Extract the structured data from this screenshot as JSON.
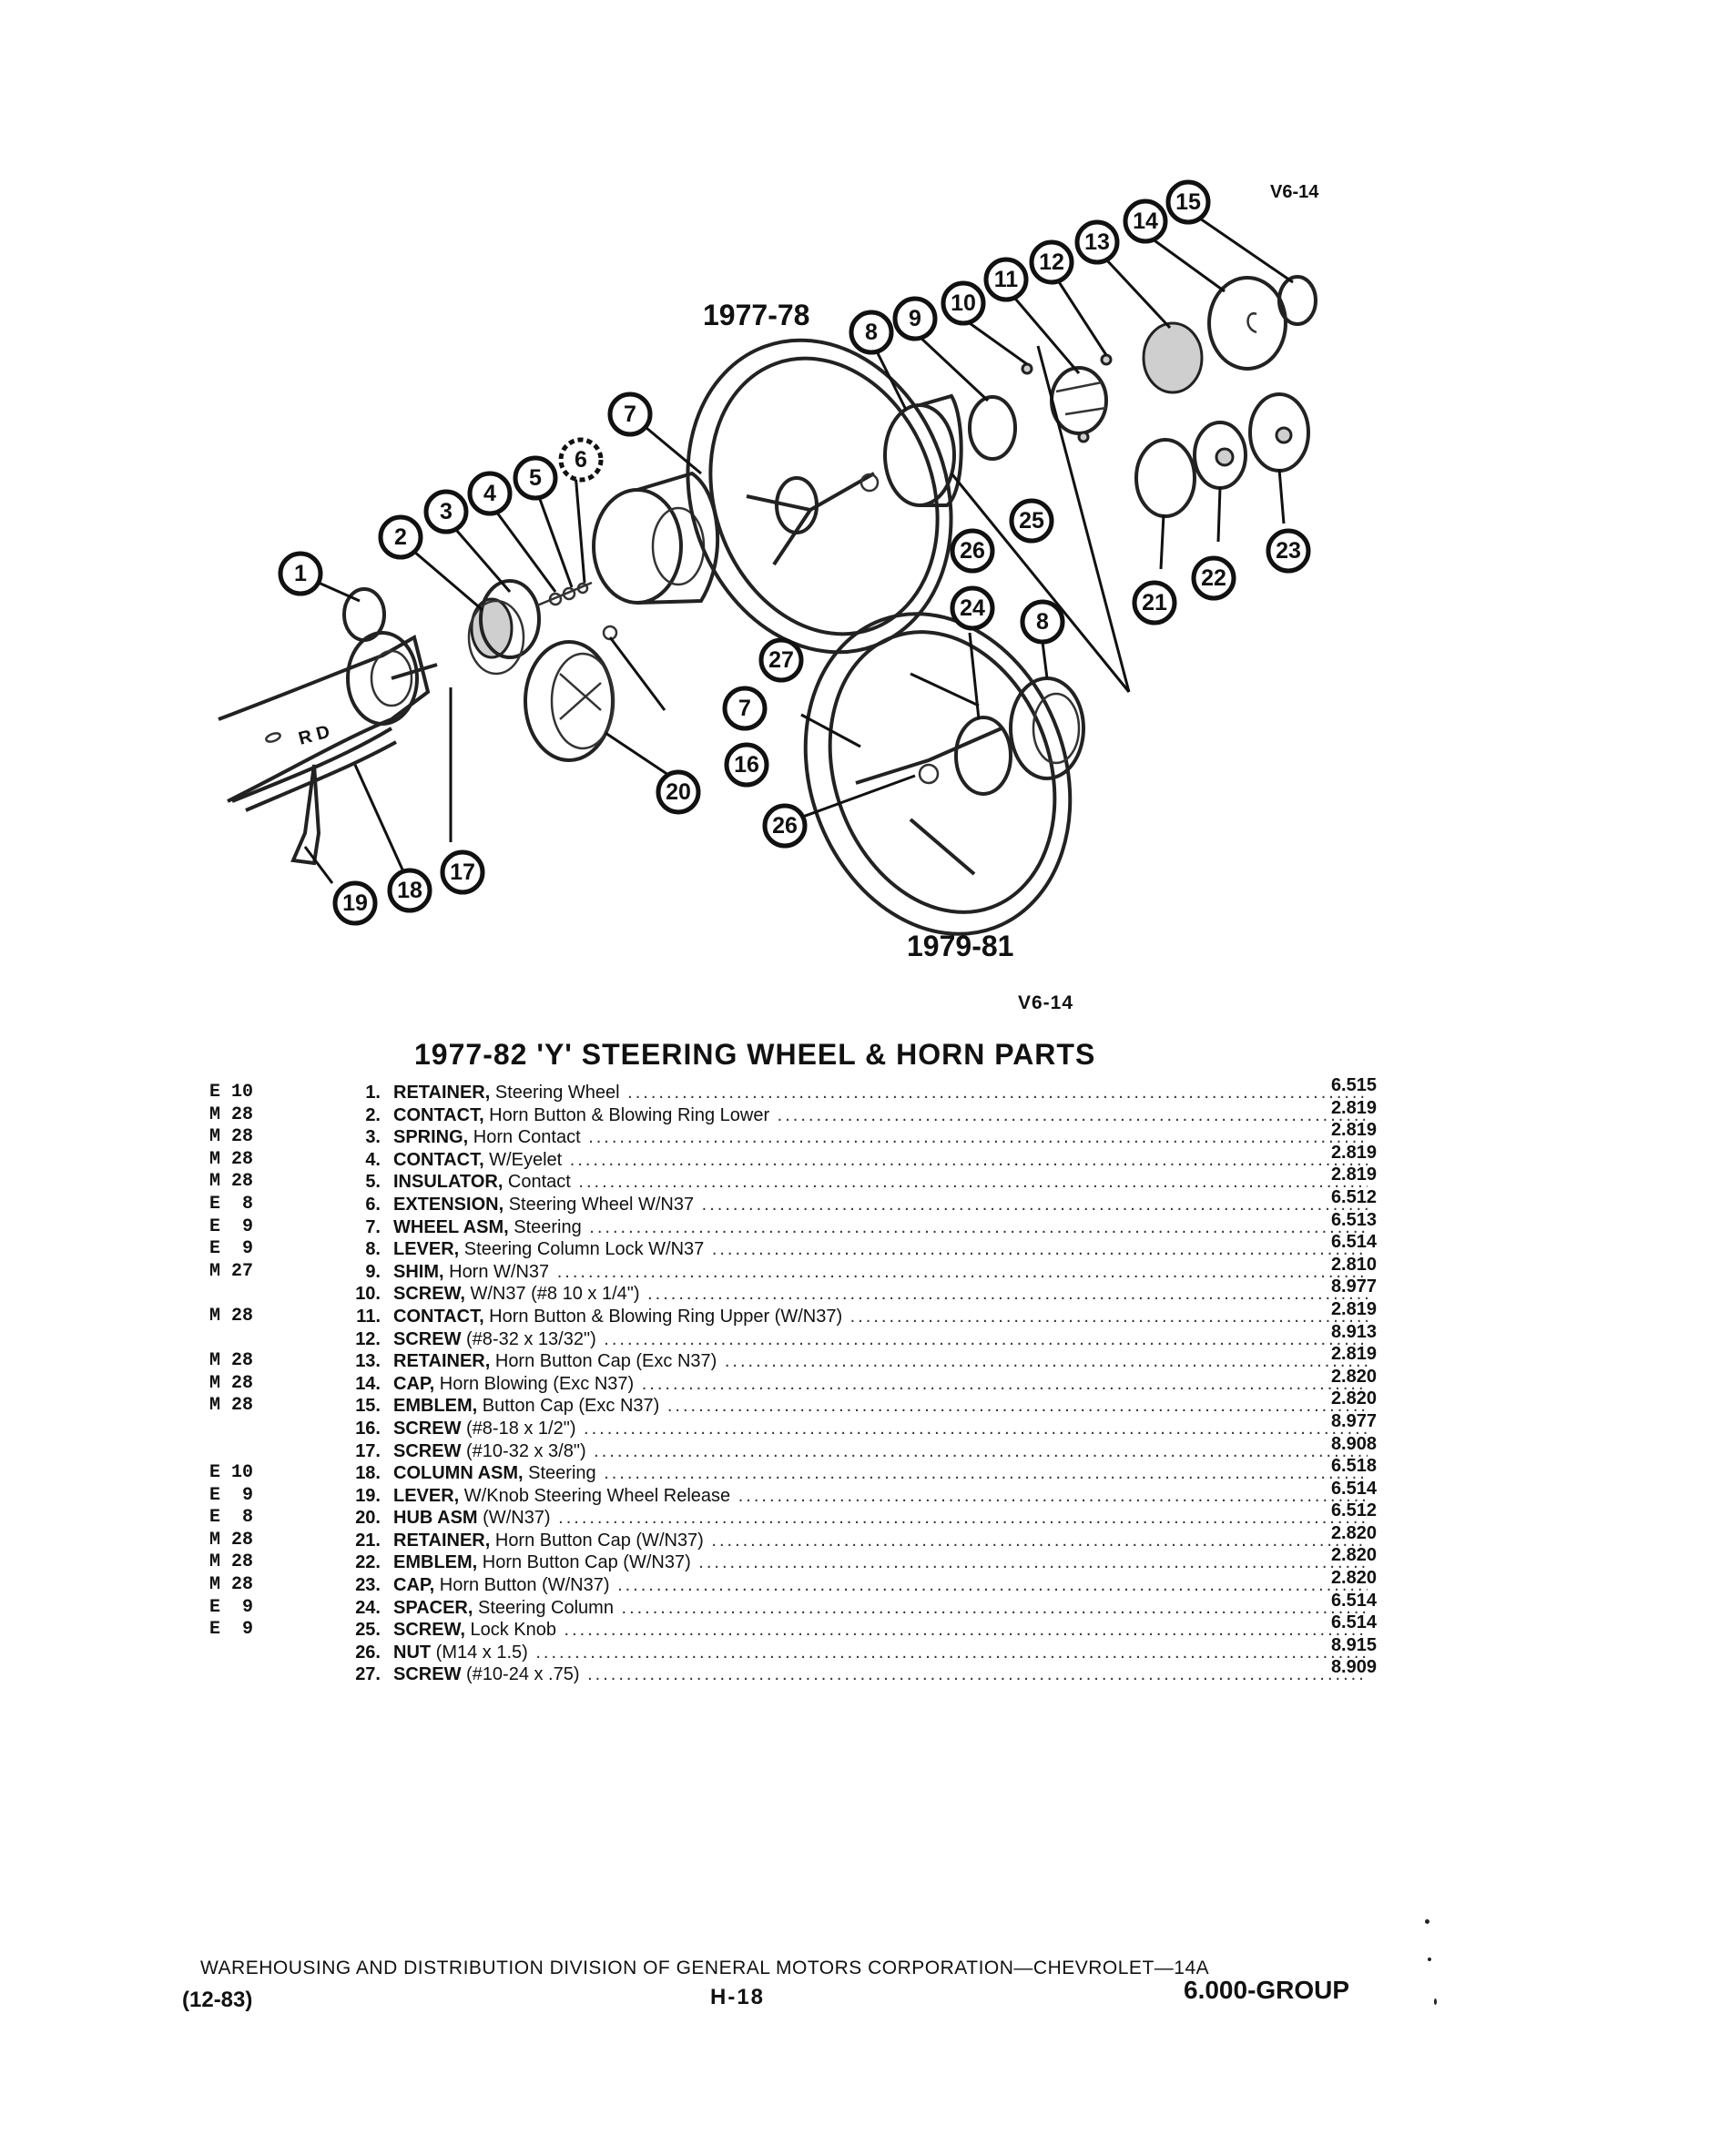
{
  "diagram": {
    "code_top": "V6-14",
    "year_top": "1977-78",
    "year_bottom": "1979-81",
    "code_bottom": "V6-14",
    "stamp_text": "R D",
    "callouts": [
      "1",
      "2",
      "3",
      "4",
      "5",
      "6",
      "7",
      "8",
      "9",
      "10",
      "11",
      "12",
      "13",
      "14",
      "15",
      "16",
      "17",
      "18",
      "19",
      "20",
      "21",
      "22",
      "23",
      "24",
      "25",
      "26",
      "27"
    ]
  },
  "parts": {
    "title": "1977-82 'Y' STEERING WHEEL & HORN PARTS",
    "rows": [
      {
        "grp": "E 10",
        "num": "1.",
        "name": "RETAINER,",
        "desc": " Steering Wheel",
        "price": "6.515"
      },
      {
        "grp": "M 28",
        "num": "2.",
        "name": "CONTACT,",
        "desc": " Horn Button & Blowing Ring Lower",
        "price": "2.819"
      },
      {
        "grp": "M 28",
        "num": "3.",
        "name": "SPRING,",
        "desc": " Horn Contact",
        "price": "2.819"
      },
      {
        "grp": "M 28",
        "num": "4.",
        "name": "CONTACT,",
        "desc": " W/Eyelet",
        "price": "2.819"
      },
      {
        "grp": "M 28",
        "num": "5.",
        "name": "INSULATOR,",
        "desc": " Contact",
        "price": "2.819"
      },
      {
        "grp": "E  8",
        "num": "6.",
        "name": "EXTENSION,",
        "desc": " Steering Wheel W/N37",
        "price": "6.512"
      },
      {
        "grp": "E  9",
        "num": "7.",
        "name": "WHEEL ASM,",
        "desc": " Steering",
        "price": "6.513"
      },
      {
        "grp": "E  9",
        "num": "8.",
        "name": "LEVER,",
        "desc": " Steering Column Lock W/N37",
        "price": "6.514"
      },
      {
        "grp": "M 27",
        "num": "9.",
        "name": "SHIM,",
        "desc": " Horn W/N37",
        "price": "2.810"
      },
      {
        "grp": "",
        "num": "10.",
        "name": "SCREW,",
        "desc": " W/N37 (#8 10 x 1/4\")",
        "price": "8.977"
      },
      {
        "grp": "M 28",
        "num": "11.",
        "name": "CONTACT,",
        "desc": " Horn Button & Blowing Ring Upper (W/N37)",
        "price": "2.819"
      },
      {
        "grp": "",
        "num": "12.",
        "name": "SCREW",
        "desc": " (#8-32 x 13/32\")",
        "price": "8.913"
      },
      {
        "grp": "M 28",
        "num": "13.",
        "name": "RETAINER,",
        "desc": " Horn Button Cap (Exc N37)",
        "price": "2.819"
      },
      {
        "grp": "M 28",
        "num": "14.",
        "name": "CAP,",
        "desc": " Horn Blowing (Exc N37)",
        "price": "2.820"
      },
      {
        "grp": "M 28",
        "num": "15.",
        "name": "EMBLEM,",
        "desc": " Button Cap (Exc N37)",
        "price": "2.820"
      },
      {
        "grp": "",
        "num": "16.",
        "name": "SCREW",
        "desc": " (#8-18 x 1/2\")",
        "price": "8.977"
      },
      {
        "grp": "",
        "num": "17.",
        "name": "SCREW",
        "desc": " (#10-32 x 3/8\")",
        "price": "8.908"
      },
      {
        "grp": "E 10",
        "num": "18.",
        "name": "COLUMN ASM,",
        "desc": " Steering",
        "price": "6.518"
      },
      {
        "grp": "E  9",
        "num": "19.",
        "name": "LEVER,",
        "desc": " W/Knob Steering Wheel Release",
        "price": "6.514"
      },
      {
        "grp": "E  8",
        "num": "20.",
        "name": "HUB ASM",
        "desc": " (W/N37)",
        "price": "6.512"
      },
      {
        "grp": "M 28",
        "num": "21.",
        "name": "RETAINER,",
        "desc": " Horn Button Cap (W/N37)",
        "price": "2.820"
      },
      {
        "grp": "M 28",
        "num": "22.",
        "name": "EMBLEM,",
        "desc": " Horn Button Cap (W/N37)",
        "price": "2.820"
      },
      {
        "grp": "M 28",
        "num": "23.",
        "name": "CAP,",
        "desc": " Horn Button (W/N37)",
        "price": "2.820"
      },
      {
        "grp": "E  9",
        "num": "24.",
        "name": "SPACER,",
        "desc": " Steering Column",
        "price": "6.514"
      },
      {
        "grp": "E  9",
        "num": "25.",
        "name": "SCREW,",
        "desc": " Lock Knob",
        "price": "6.514"
      },
      {
        "grp": "",
        "num": "26.",
        "name": "NUT",
        "desc": " (M14 x 1.5)",
        "price": "8.915"
      },
      {
        "grp": "",
        "num": "27.",
        "name": "SCREW",
        "desc": " (#10-24 x .75)",
        "price": "8.909"
      }
    ]
  },
  "footer": {
    "division": "WAREHOUSING AND DISTRIBUTION DIVISION OF GENERAL MOTORS CORPORATION—CHEVROLET—14A",
    "date": "(12-83)",
    "page": "H-18",
    "group": "6.000-GROUP"
  }
}
